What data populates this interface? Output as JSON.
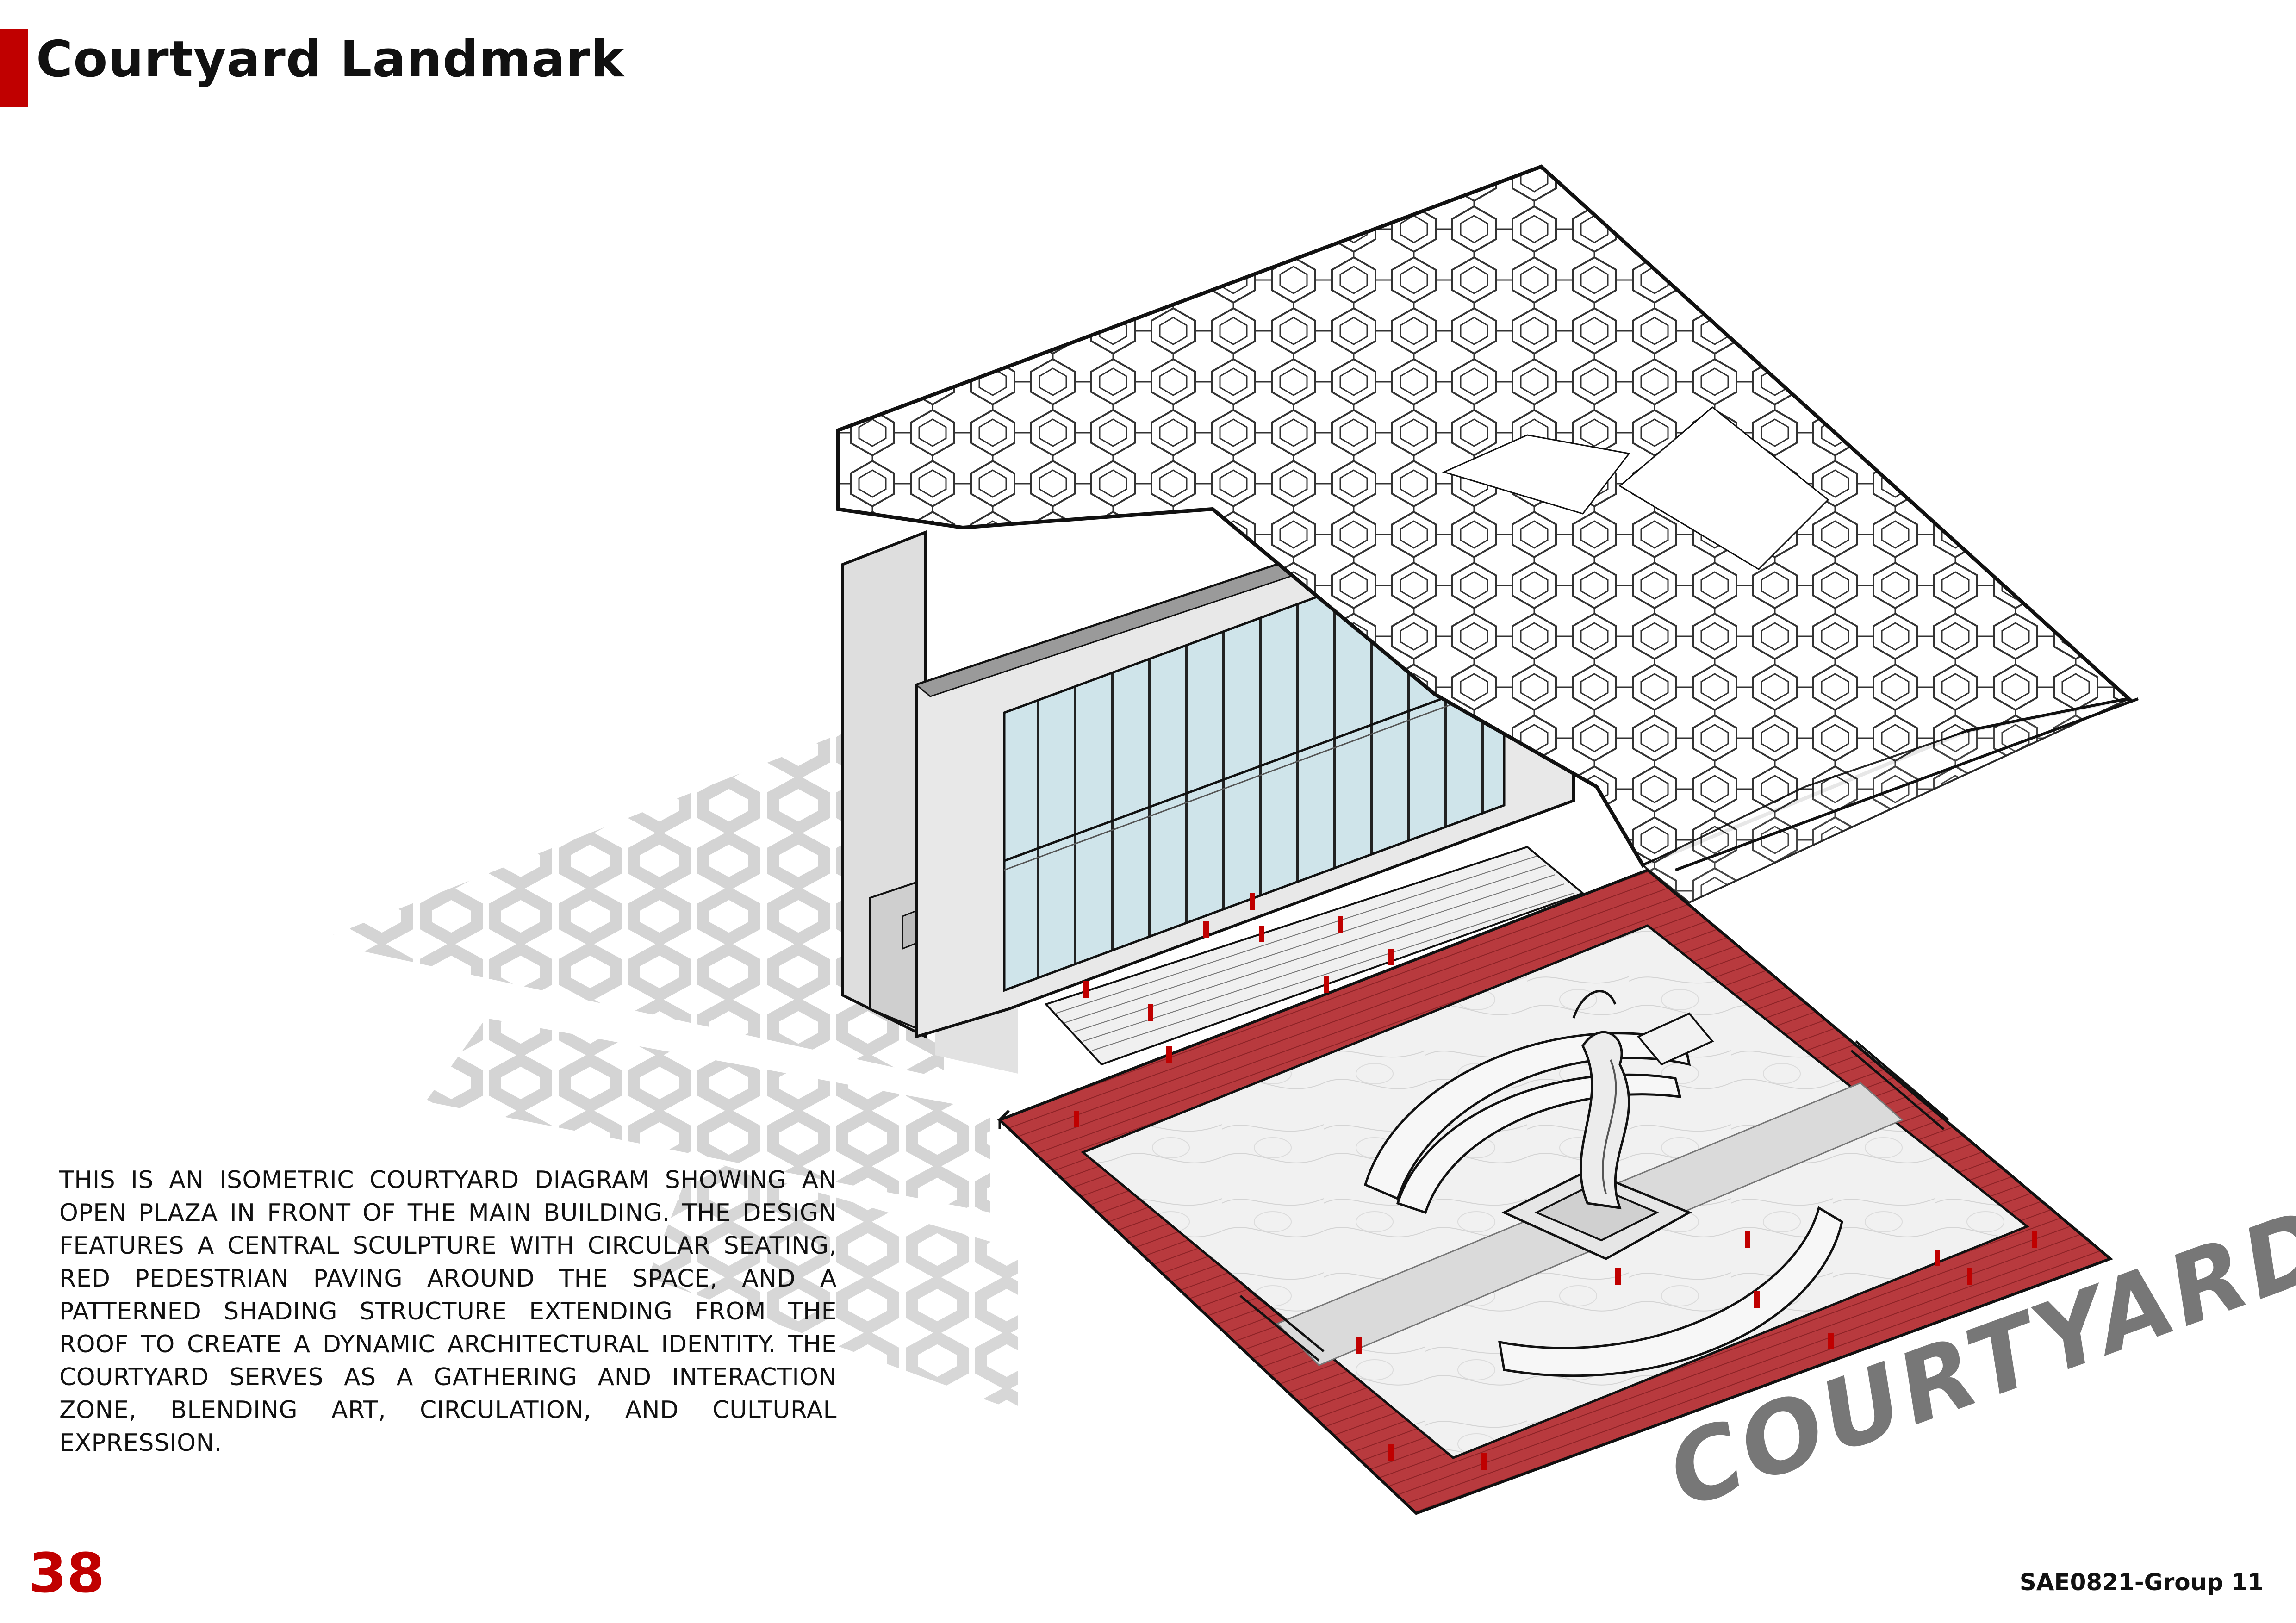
{
  "header": {
    "title": "Courtyard Landmark"
  },
  "description": "This is an isometric courtyard diagram showing an open plaza in front of the main building. The design features a central sculpture with circular seating, red pedestrian paving around the space, and a patterned shading structure extending from the roof to create a dynamic architectural identity. The courtyard serves as a gathering and interaction zone, blending art, circulation, and cultural expression.",
  "diagram": {
    "label": "COURTYARD"
  },
  "footer": {
    "page_number": "38",
    "code": "SAE0821-Group 11"
  },
  "colors": {
    "accent": "#c00000",
    "paving": "#b83a3e",
    "shadow": "#d6d6d6",
    "glass": "#cfe4ea",
    "watermark": "#777777",
    "ink": "#111111"
  }
}
